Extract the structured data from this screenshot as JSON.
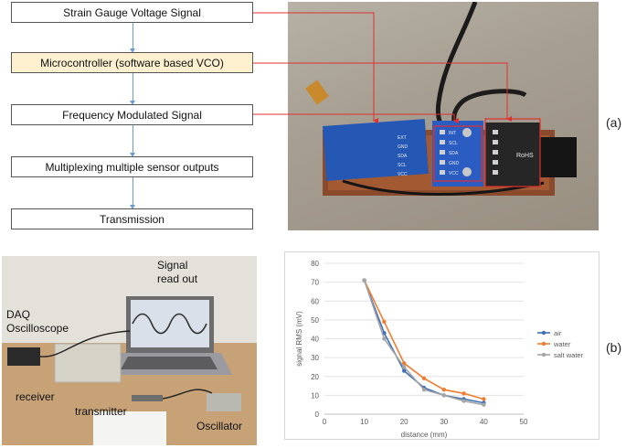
{
  "flowchart": {
    "steps": [
      "Strain Gauge Voltage Signal",
      "Microcontroller (software based VCO)",
      "Frequency Modulated Signal",
      "Multiplexing multiple sensor outputs",
      "Transmission"
    ],
    "highlight_step_index": 1
  },
  "panel_labels": {
    "a": "(a)",
    "b": "(b)"
  },
  "photo_a": {
    "board_silkscreen": [
      "INT",
      "SCL",
      "SDA",
      "GND",
      "VCC"
    ],
    "board_silkscreen_2": [
      "EXT",
      "GND",
      "SDA",
      "SCL",
      "VCC"
    ],
    "rohs_label": "RoHS"
  },
  "photo_b": {
    "labels": {
      "signal": "Signal\nread out",
      "daq": "DAQ\nOscilloscope",
      "receiver": "receiver",
      "transmitter": "transmitter",
      "oscillator": "Oscillator"
    }
  },
  "colors": {
    "air": "#3d6fb5",
    "water": "#ed7d31",
    "salt_water": "#a5a5a5",
    "arrow_red": "#e03030",
    "flow_arrow": "#6b9bd1"
  },
  "chart_data": {
    "type": "line",
    "title": "",
    "xlabel": "distance (mm)",
    "ylabel": "signal RMS (mV)",
    "xlim": [
      0,
      50
    ],
    "ylim": [
      0,
      80
    ],
    "xticks": [
      0,
      10,
      20,
      30,
      40,
      50
    ],
    "yticks": [
      0,
      10,
      20,
      30,
      40,
      50,
      60,
      70,
      80
    ],
    "grid": true,
    "legend_position": "right",
    "x": [
      10,
      15,
      20,
      25,
      30,
      35,
      40
    ],
    "series": [
      {
        "name": "air",
        "color": "#3d6fb5",
        "values": [
          71,
          43,
          23,
          14,
          10,
          8,
          6
        ]
      },
      {
        "name": "water",
        "color": "#ed7d31",
        "values": [
          71,
          49,
          27,
          19,
          13,
          11,
          8
        ]
      },
      {
        "name": "salt water",
        "color": "#a5a5a5",
        "values": [
          71,
          40,
          25,
          13,
          10,
          7,
          5
        ]
      }
    ]
  }
}
